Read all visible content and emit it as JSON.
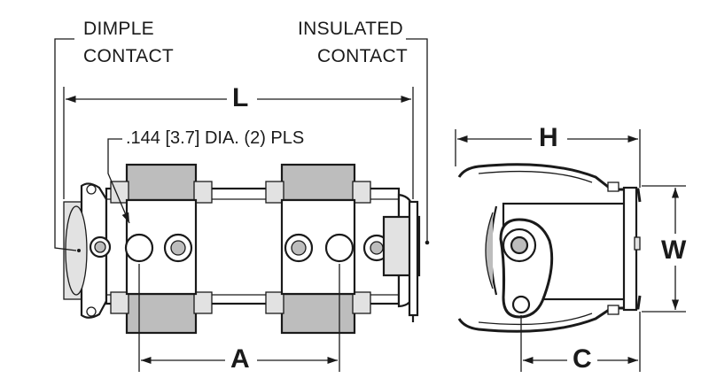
{
  "labels": {
    "dimple_line1": "DIMPLE",
    "dimple_line2": "CONTACT",
    "insulated_line1": "INSULATED",
    "insulated_line2": "CONTACT",
    "hole_note": ".144 [3.7] DIA. (2) PLS",
    "dim_L": "L",
    "dim_H": "H",
    "dim_W": "W",
    "dim_A": "A",
    "dim_C": "C"
  },
  "colors": {
    "ink": "#1a1a1a",
    "shade": "#bdbdbd",
    "light": "#e2e2e2"
  }
}
